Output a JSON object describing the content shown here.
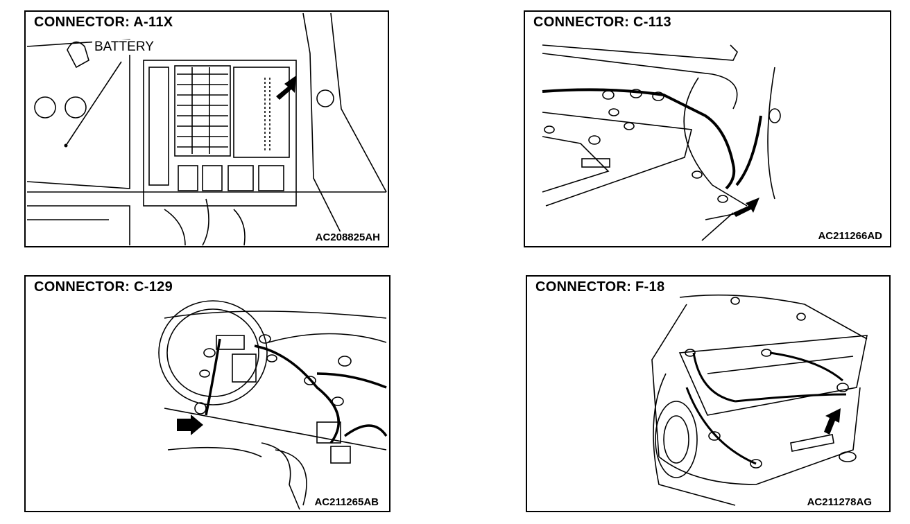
{
  "panels": [
    {
      "title": "CONNECTOR: A-11X",
      "code": "AC208825AH",
      "callout": "BATTERY"
    },
    {
      "title": "CONNECTOR: C-113",
      "code": "AC211266AD"
    },
    {
      "title": "CONNECTOR: C-129",
      "code": "AC211265AB"
    },
    {
      "title": "CONNECTOR: F-18",
      "code": "AC211278AG"
    }
  ]
}
